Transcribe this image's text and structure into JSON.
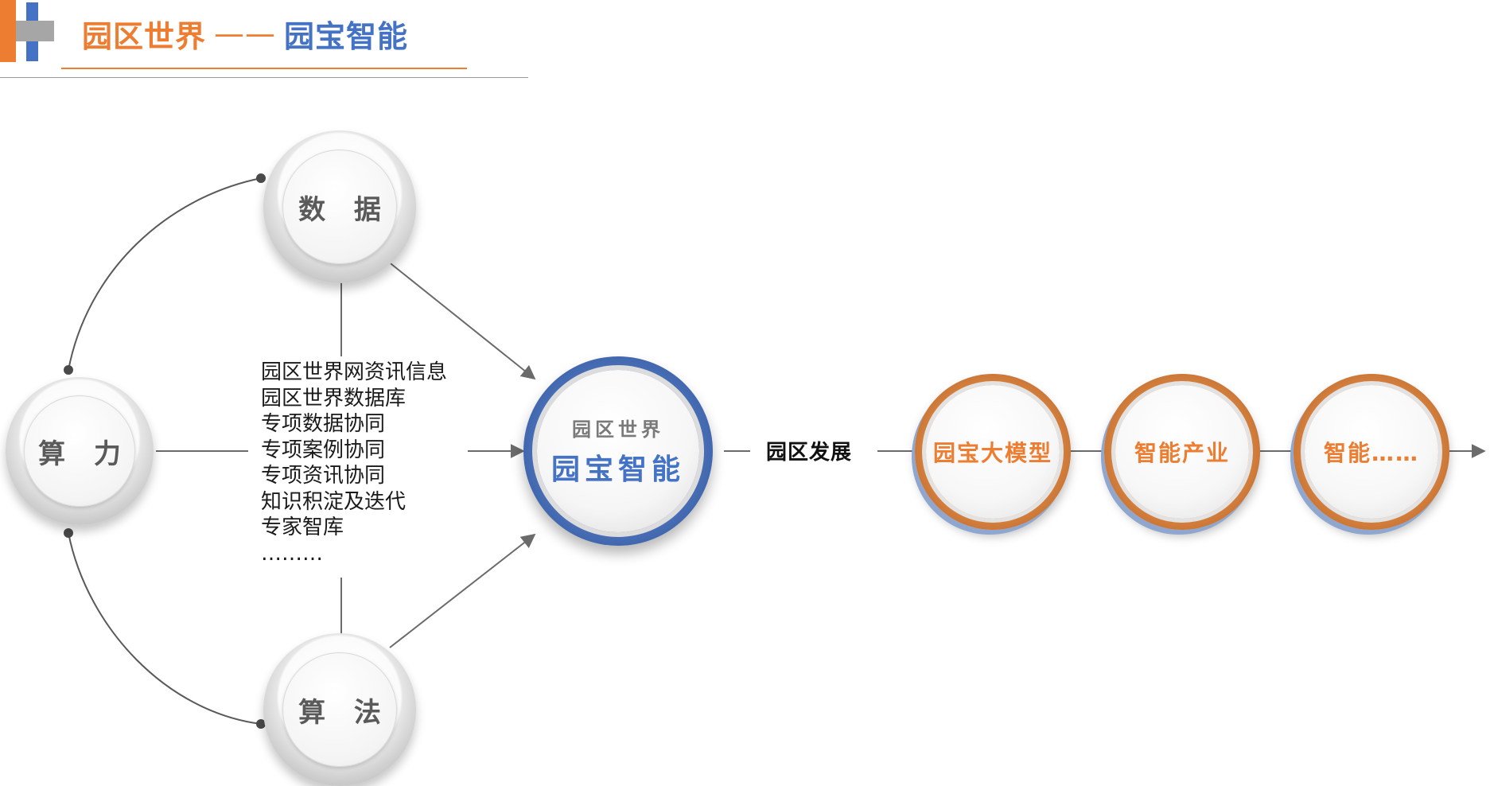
{
  "header": {
    "title_left": "园区世界",
    "title_dash": "——",
    "title_right": "园宝智能",
    "colors": {
      "orange": "#ED7D31",
      "blue": "#4472C4"
    }
  },
  "nodes": {
    "data": "数 据",
    "compute": "算 力",
    "algorithm": "算 法",
    "center_sub": "园区世界",
    "center_main": "园宝智能"
  },
  "list_items": [
    "园区世界网资讯信息",
    "园区世界数据库",
    "专项数据协同",
    "专项案例协同",
    "专项资讯协同",
    "知识积淀及迭代",
    "专家智库",
    "………"
  ],
  "development_label": "园区发展",
  "stages": [
    "园宝大模型",
    "智能产业",
    "智能……"
  ]
}
